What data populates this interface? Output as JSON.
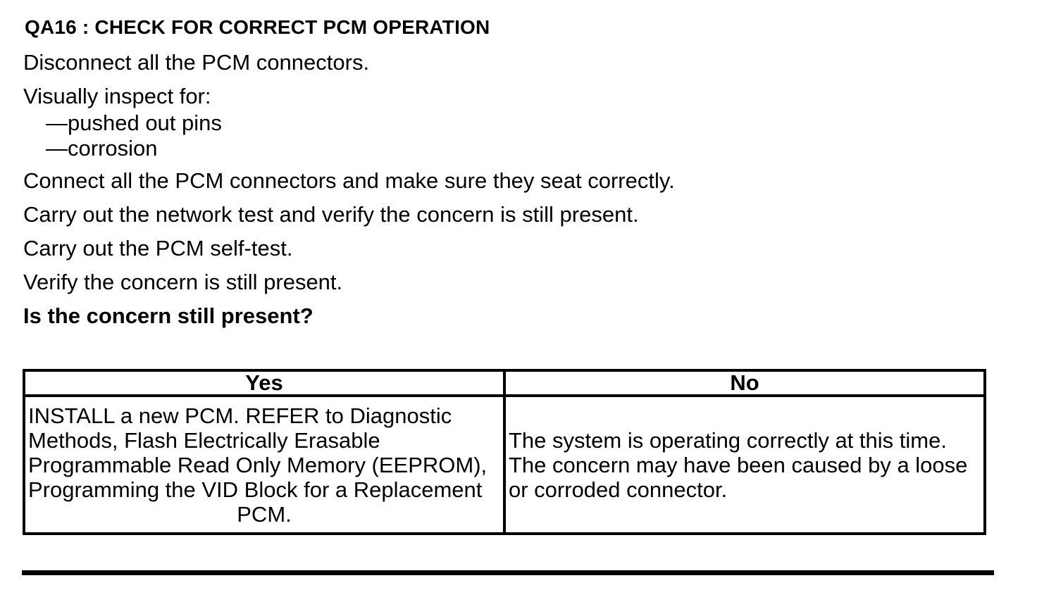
{
  "document": {
    "step_title": "QA16 : CHECK FOR CORRECT PCM OPERATION",
    "steps": {
      "step_1": "Disconnect all the PCM connectors.",
      "step_2_lead": "Visually inspect for:",
      "step_2_items": [
        "—pushed out pins",
        "—corrosion"
      ],
      "step_3": "Connect all the PCM connectors and make sure they seat correctly.",
      "step_4": "Carry out the network test and verify the concern is still present.",
      "step_5": "Carry out the PCM self-test.",
      "step_6": "Verify the concern is still present."
    },
    "question": "Is the concern still present?",
    "decision_table": {
      "columns": [
        "Yes",
        "No"
      ],
      "yes_result": "INSTALL a new PCM. REFER to Diagnostic Methods, Flash Electrically Erasable Programmable Read Only Memory (EEPROM), Programming the VID Block for a Replacement PCM.",
      "no_result": "The system is operating correctly at this time. The concern may have been caused by a loose or corroded connector."
    },
    "colors": {
      "text": "#000000",
      "background": "#ffffff",
      "border": "#000000"
    }
  }
}
